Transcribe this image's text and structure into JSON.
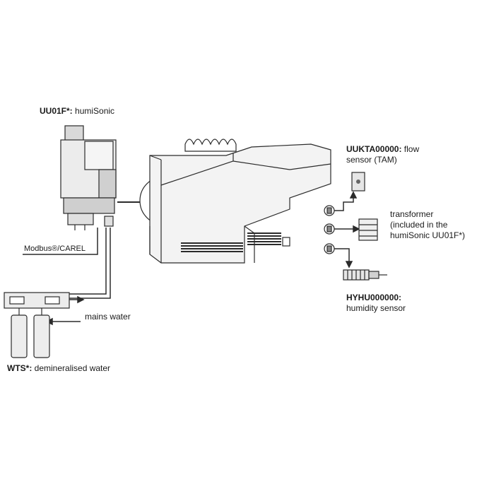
{
  "labels": {
    "humisonic_code": "UU01F*:",
    "humisonic_name": " humiSonic",
    "modbus": "Modbus®/CAREL",
    "mains_water": "mains water",
    "wts_code": "WTS*:",
    "wts_name": " demineralised water",
    "flow_code": "UUKTA00000:",
    "flow_name_1": " flow",
    "flow_name_2": "sensor (TAM)",
    "transformer_1": "transformer",
    "transformer_2": "(included in the",
    "transformer_3": "humiSonic UU01F*)",
    "hyhu_code": "HYHU000000:",
    "hyhu_name": "humidity sensor"
  },
  "colors": {
    "line": "#2b2b2b",
    "fill": "#e6e6e6",
    "dark": "#bdbdbd"
  }
}
